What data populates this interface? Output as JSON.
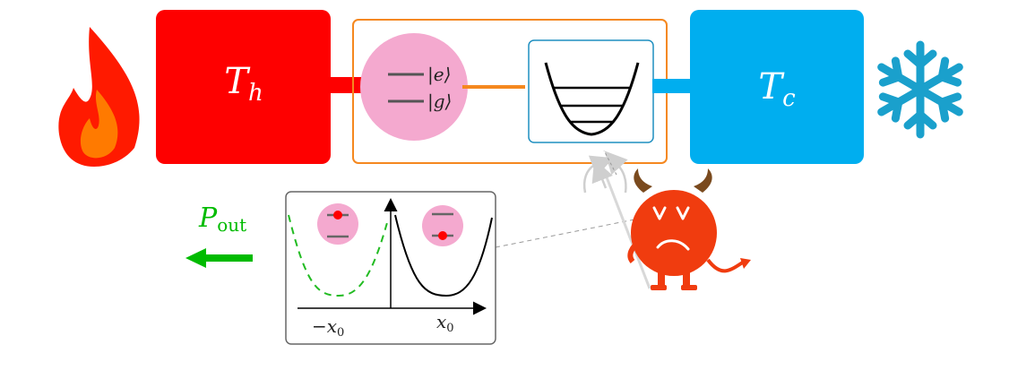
{
  "reservoirs": {
    "hot": {
      "symbol": "T",
      "subscript": "h",
      "color": "#fe0000"
    },
    "cold": {
      "symbol": "T",
      "subscript": "c",
      "color": "#00aeef"
    }
  },
  "qubit": {
    "excited_label": "|e⟩",
    "ground_label": "|g⟩",
    "color": "#f4a9cf"
  },
  "oscillator": {
    "frame_color": "#1f8fc0"
  },
  "engine_frame": {
    "color": "#f5881f"
  },
  "coupler_color": "#f5881f",
  "output": {
    "symbol": "P",
    "subscript": "out",
    "color": "#00bb00"
  },
  "inset": {
    "left_tick": "−x",
    "left_tick_sub": "0",
    "right_tick": "x",
    "right_tick_sub": "0",
    "dashed_color": "#22bb22"
  },
  "demon": {
    "color": "#f03c0f",
    "horn_color": "#7a4a1e"
  },
  "icons": [
    "fire-icon",
    "snowflake-icon",
    "demon-icon"
  ]
}
